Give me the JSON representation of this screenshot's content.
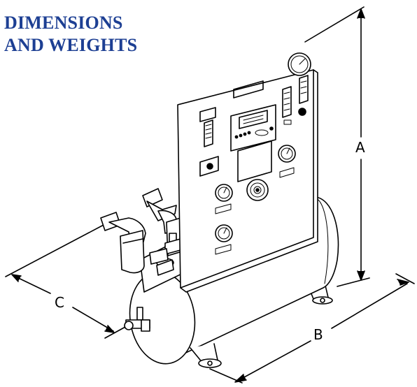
{
  "heading": {
    "line1": "DIMENSIONS",
    "line2": "AND WEIGHTS"
  },
  "dimensions": {
    "a_label": "A",
    "b_label": "B",
    "c_label": "C"
  },
  "colors": {
    "heading": "#1d3f93",
    "line": "#000000"
  }
}
